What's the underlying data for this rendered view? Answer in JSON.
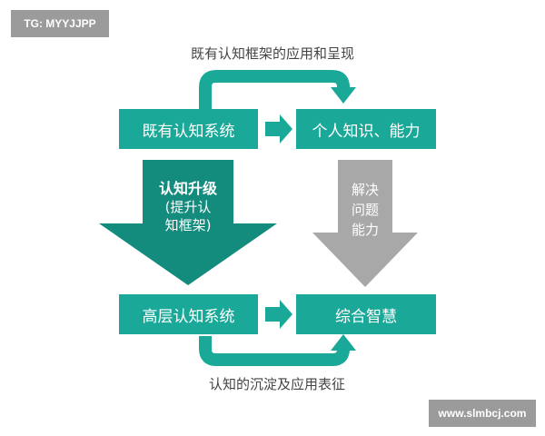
{
  "header_tag": "TG: MYYJJPP",
  "watermark": "www.slmbcj.com",
  "top_caption": "既有认知框架的应用和呈现",
  "bottom_caption": "认知的沉淀及应用表征",
  "boxes": {
    "existing": "既有认知系统",
    "personal": "个人知识、能力",
    "higher": "高层认知系统",
    "wisdom": "综合智慧"
  },
  "down_arrow": {
    "title": "认知升级",
    "line1": "(提升认",
    "line2": "知框架)"
  },
  "gray_arrow": {
    "line1": "解决",
    "line2": "问题",
    "line3": "能力"
  },
  "colors": {
    "teal": "#1aa898",
    "dark_teal": "#138c7e",
    "gray": "#9b9b9b",
    "gray_arrow": "#a8a8a8"
  }
}
